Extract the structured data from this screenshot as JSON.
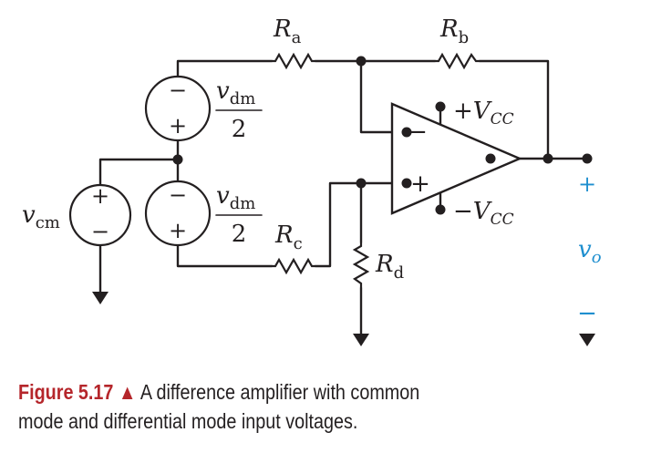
{
  "figure": {
    "label": "Figure 5.17",
    "triangle": "▲",
    "caption_line1": "A difference amplifier with common",
    "caption_line2": "mode and differential mode input voltages."
  },
  "labels": {
    "ra": {
      "main": "R",
      "sub": "a"
    },
    "rb": {
      "main": "R",
      "sub": "b"
    },
    "rc": {
      "main": "R",
      "sub": "c"
    },
    "rd": {
      "main": "R",
      "sub": "d"
    },
    "vdm_top": {
      "main": "v",
      "sub": "dm",
      "den": "2"
    },
    "vdm_bot": {
      "main": "v",
      "sub": "dm",
      "den": "2"
    },
    "vcm": {
      "main": "v",
      "sub": "cm"
    },
    "vcc_pos": {
      "sign": "+",
      "main": "V",
      "sub": "CC"
    },
    "vcc_neg": {
      "sign": "−",
      "main": "V",
      "sub": "CC"
    },
    "vo": {
      "main": "v",
      "sub": "o",
      "plus": "+",
      "minus": "−"
    },
    "opamp": {
      "inv": "−",
      "noninv": "+"
    },
    "src_top": {
      "top": "−",
      "bottom": "+"
    },
    "src_bot": {
      "top": "−",
      "bottom": "+"
    },
    "src_cm": {
      "top": "+",
      "bottom": "−"
    }
  },
  "colors": {
    "ink": "#231f20",
    "accent_red": "#b5262b",
    "output_blue": "#1f8fcf"
  }
}
